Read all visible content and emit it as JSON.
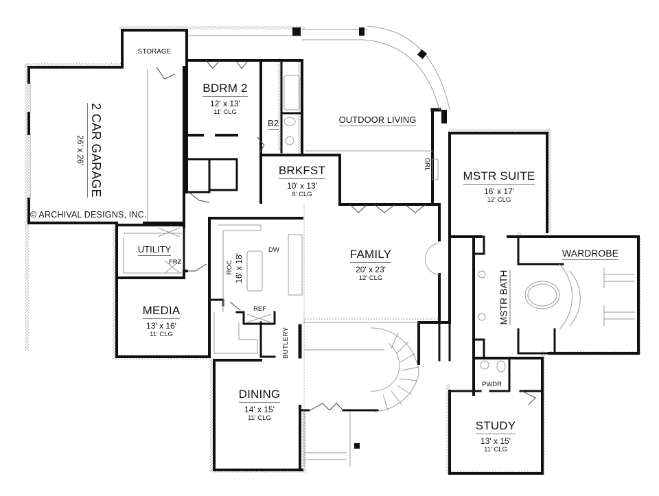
{
  "plan": {
    "copyright": "© ARCHIVAL DESIGNS, INC.",
    "rooms": {
      "storage": {
        "name": "STORAGE"
      },
      "garage": {
        "name": "2 CAR GARAGE",
        "dims": "26' x 26'"
      },
      "bdrm2": {
        "name": "BDRM 2",
        "dims": "12' x 13'",
        "clg": "11' CLG"
      },
      "b2": {
        "name": "B2"
      },
      "outdoor": {
        "name": "OUTDOOR LIVING"
      },
      "brkfst": {
        "name": "BRKFST",
        "dims": "10' x 13'",
        "clg": "8' CLG"
      },
      "mstr_suite": {
        "name": "MSTR SUITE",
        "dims": "16' x 17'",
        "clg": "12' CLG"
      },
      "utility": {
        "name": "UTILITY"
      },
      "kitchen": {
        "dims": "16' x 18'"
      },
      "family": {
        "name": "FAMILY",
        "dims": "20' x 23'",
        "clg": "12' CLG"
      },
      "mstr_bath": {
        "name": "MSTR BATH"
      },
      "wardrobe": {
        "name": "WARDROBE"
      },
      "media": {
        "name": "MEDIA",
        "dims": "13' x 16'",
        "clg": "11' CLG"
      },
      "butlery": {
        "name": "BUTLERY"
      },
      "dining": {
        "name": "DINING",
        "dims": "14' x 15'",
        "clg": "11' CLG"
      },
      "pwdr": {
        "name": "PWDR"
      },
      "study": {
        "name": "STUDY",
        "dims": "13' x 15'",
        "clg": "11' CLG"
      }
    },
    "fixtures": {
      "grl": "GRL",
      "frz": "FRZ",
      "roc": "ROC",
      "dw": "DW",
      "ref": "REF"
    },
    "colors": {
      "wall": "#111111",
      "hatch": "#888888",
      "thin": "#9a9a9a"
    }
  }
}
